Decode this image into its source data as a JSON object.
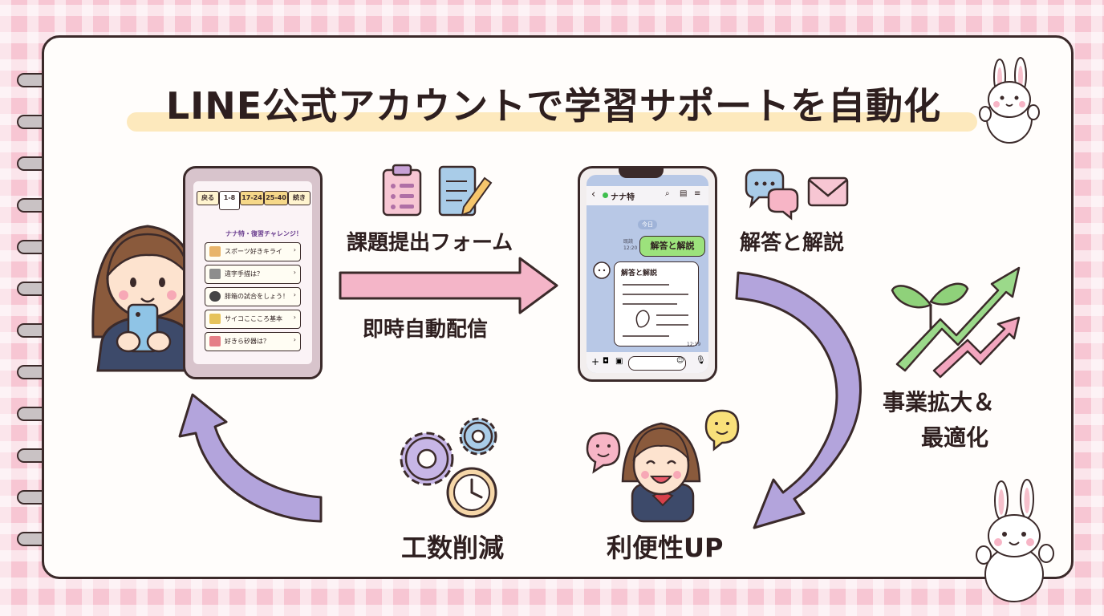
{
  "title": "LINE公式アカウントで学習サポートを自動化",
  "labels": {
    "form": "課題提出フォーム",
    "delivery": "即時自動配信",
    "answers": "解答と解説",
    "growth_line1": "事業拡大＆",
    "growth_line2": "最適化",
    "convenience": "利便性UP",
    "efficiency": "工数削減"
  },
  "tablet": {
    "back": "戻る",
    "tabs": [
      "1-8",
      "17-24",
      "25-40"
    ],
    "next": "続き",
    "panel_title": "ナナ特・復習チャレンジ！",
    "items": [
      {
        "label": "スポーツ好きキライ",
        "icon_color": "#e8b46a"
      },
      {
        "label": "違字手描は？",
        "icon_color": "#8d8d8d"
      },
      {
        "label": "腓箱の試合をしょう！",
        "icon_color": "#444444"
      },
      {
        "label": "サイコここころ基本",
        "icon_color": "#e6c35a"
      },
      {
        "label": "好きら矽器は？",
        "icon_color": "#e57f86"
      }
    ]
  },
  "phone": {
    "back": "‹",
    "account": "ナナ特",
    "today": "今日",
    "read": "既読",
    "sent_time": "12:20",
    "reply": "解答と解説",
    "card_title": "解答と解説",
    "card_time": "12:19"
  },
  "colors": {
    "pink_arrow": "#f4b5c8",
    "purple_arrow": "#b3a4dc",
    "title_highlight": "#fde9bd",
    "outline": "#3b2a2a",
    "green_arrow": "#8fd17a",
    "pink_trend": "#f3a6bf"
  }
}
